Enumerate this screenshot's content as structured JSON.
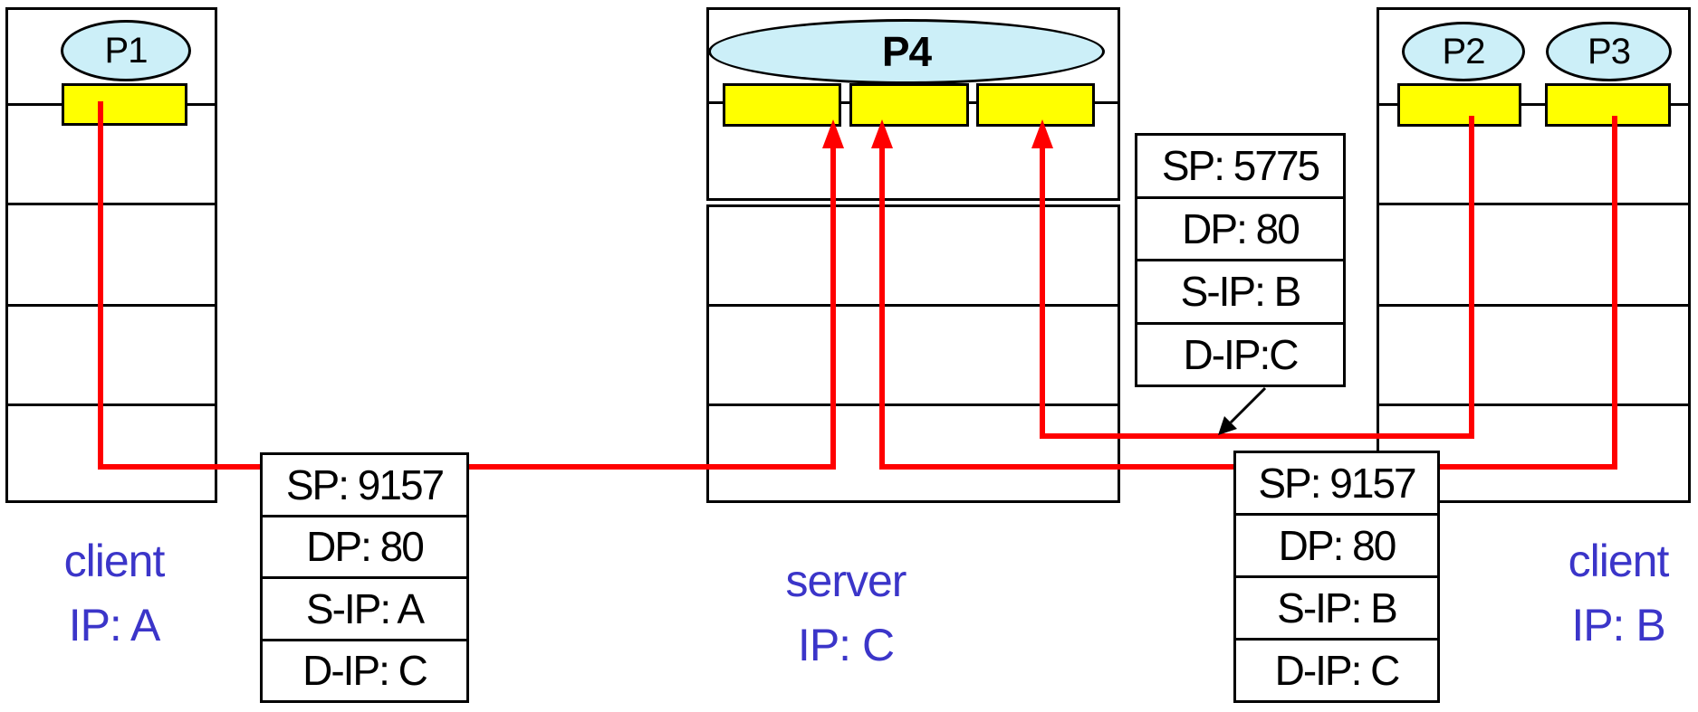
{
  "hosts": {
    "left_client": {
      "role_label": "client",
      "ip_label": "IP: A",
      "processes": [
        {
          "name": "P1"
        }
      ]
    },
    "server": {
      "role_label": "server",
      "ip_label": "IP: C",
      "processes": [
        {
          "name": "P4"
        }
      ]
    },
    "right_client": {
      "role_label": "client",
      "ip_label": "IP: B",
      "processes": [
        {
          "name": "P2"
        },
        {
          "name": "P3"
        }
      ]
    }
  },
  "segments": {
    "left": {
      "rows": [
        "SP: 9157",
        "DP: 80",
        "S-IP: A",
        "D-IP: C"
      ]
    },
    "upper_right": {
      "rows": [
        "SP: 5775",
        "DP: 80",
        "S-IP: B",
        "D-IP:C"
      ]
    },
    "lower_right": {
      "rows": [
        "SP: 9157",
        "DP: 80",
        "S-IP: B",
        "D-IP: C"
      ]
    }
  },
  "colors": {
    "process_fill": "#cceff8",
    "socket_fill": "#ffff00",
    "connection_red": "#ff0000",
    "label_blue": "#3b35c9",
    "line_black": "#000000"
  }
}
